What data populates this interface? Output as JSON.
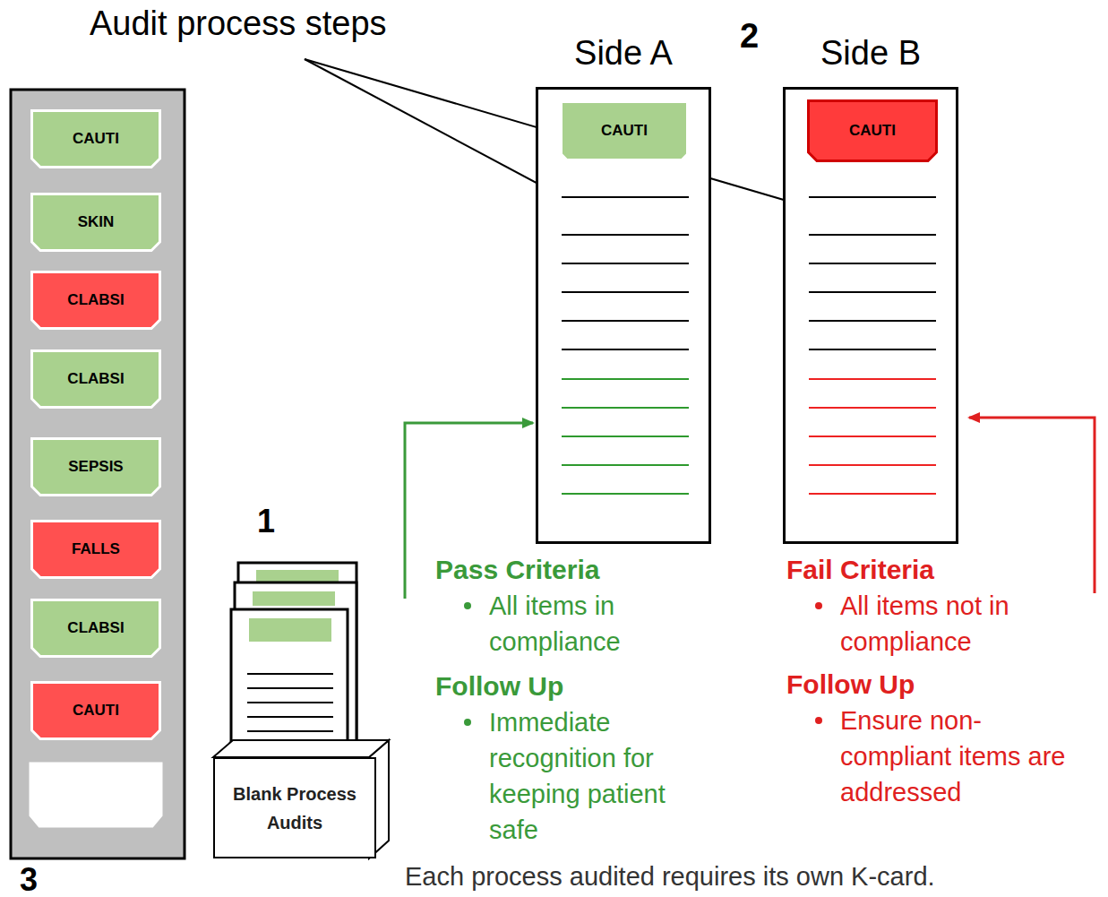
{
  "diagram": {
    "nodes": [
      {
        "text": [
          "CAUTI"
        ]
      },
      {
        "text": [
          "SKIN"
        ]
      },
      {
        "text": [
          "CLABSI"
        ]
      },
      {
        "text": [
          "CLABSI"
        ]
      },
      {
        "text": [
          "SEPSIS"
        ]
      },
      {
        "text": [
          "FALLS"
        ]
      },
      {
        "text": [
          "CLABSI"
        ]
      },
      {
        "text": [
          "CAUTI"
        ]
      },
      {
        "text": [
          "Blank Process Audits"
        ]
      },
      {
        "text": [
          "Side A"
        ]
      },
      {
        "text": [
          "CAUTI"
        ],
        "in": 9
      },
      {
        "text": [
          "Side B"
        ]
      },
      {
        "text": [
          "CAUTI"
        ],
        "in": 11
      }
    ],
    "labels": [
      "Audit process steps",
      "2",
      "1",
      "3",
      "Pass Criteria",
      "All items in compliance",
      "Follow Up",
      "Immediate recognition for keeping patient safe",
      "Fail Criteria",
      "All items not in compliance",
      "Follow Up",
      "Ensure non-compliant items are addressed",
      "Each process audited requires its own K-card."
    ]
  }
}
